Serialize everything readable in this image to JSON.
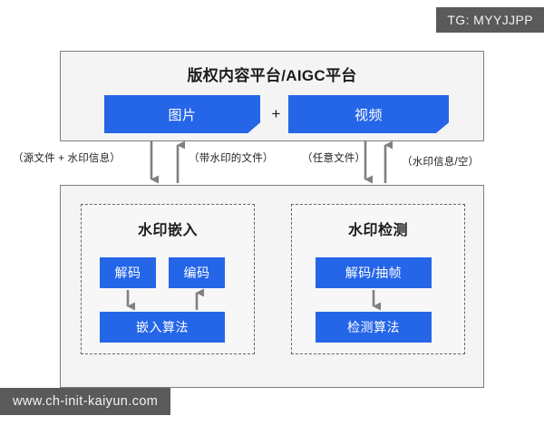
{
  "overlays": {
    "telegram_badge": "TG: MYYJJPP",
    "site_watermark": "www.ch-init-kaiyun.com"
  },
  "colors": {
    "accent_blue": "#2566e8",
    "panel_fill": "#f4f4f4",
    "panel_border": "#7e7e7e",
    "arrow_gray": "#808080",
    "badge_gray": "#5a5a5a"
  },
  "platform": {
    "title": "版权内容平台/AIGC平台",
    "items": [
      {
        "label": "图片"
      },
      {
        "label": "视频"
      }
    ],
    "separator": "+"
  },
  "flows": [
    {
      "id": "src-plus-wm",
      "label": "（源文件 + 水印信息）",
      "direction": "down"
    },
    {
      "id": "watermarked-file",
      "label": "（带水印的文件）",
      "direction": "up"
    },
    {
      "id": "any-file",
      "label": "（任意文件）",
      "direction": "down"
    },
    {
      "id": "wm-info-or-empty",
      "label": "（水印信息/空）",
      "direction": "up"
    }
  ],
  "system": {
    "embed": {
      "title": "水印嵌入",
      "nodes": [
        {
          "id": "decode",
          "label": "解码"
        },
        {
          "id": "encode",
          "label": "编码"
        },
        {
          "id": "embed_algorithm",
          "label": "嵌入算法"
        }
      ]
    },
    "detect": {
      "title": "水印检测",
      "nodes": [
        {
          "id": "decode_extract_frame",
          "label": "解码/抽帧"
        },
        {
          "id": "detect_algorithm",
          "label": "检测算法"
        }
      ]
    }
  }
}
